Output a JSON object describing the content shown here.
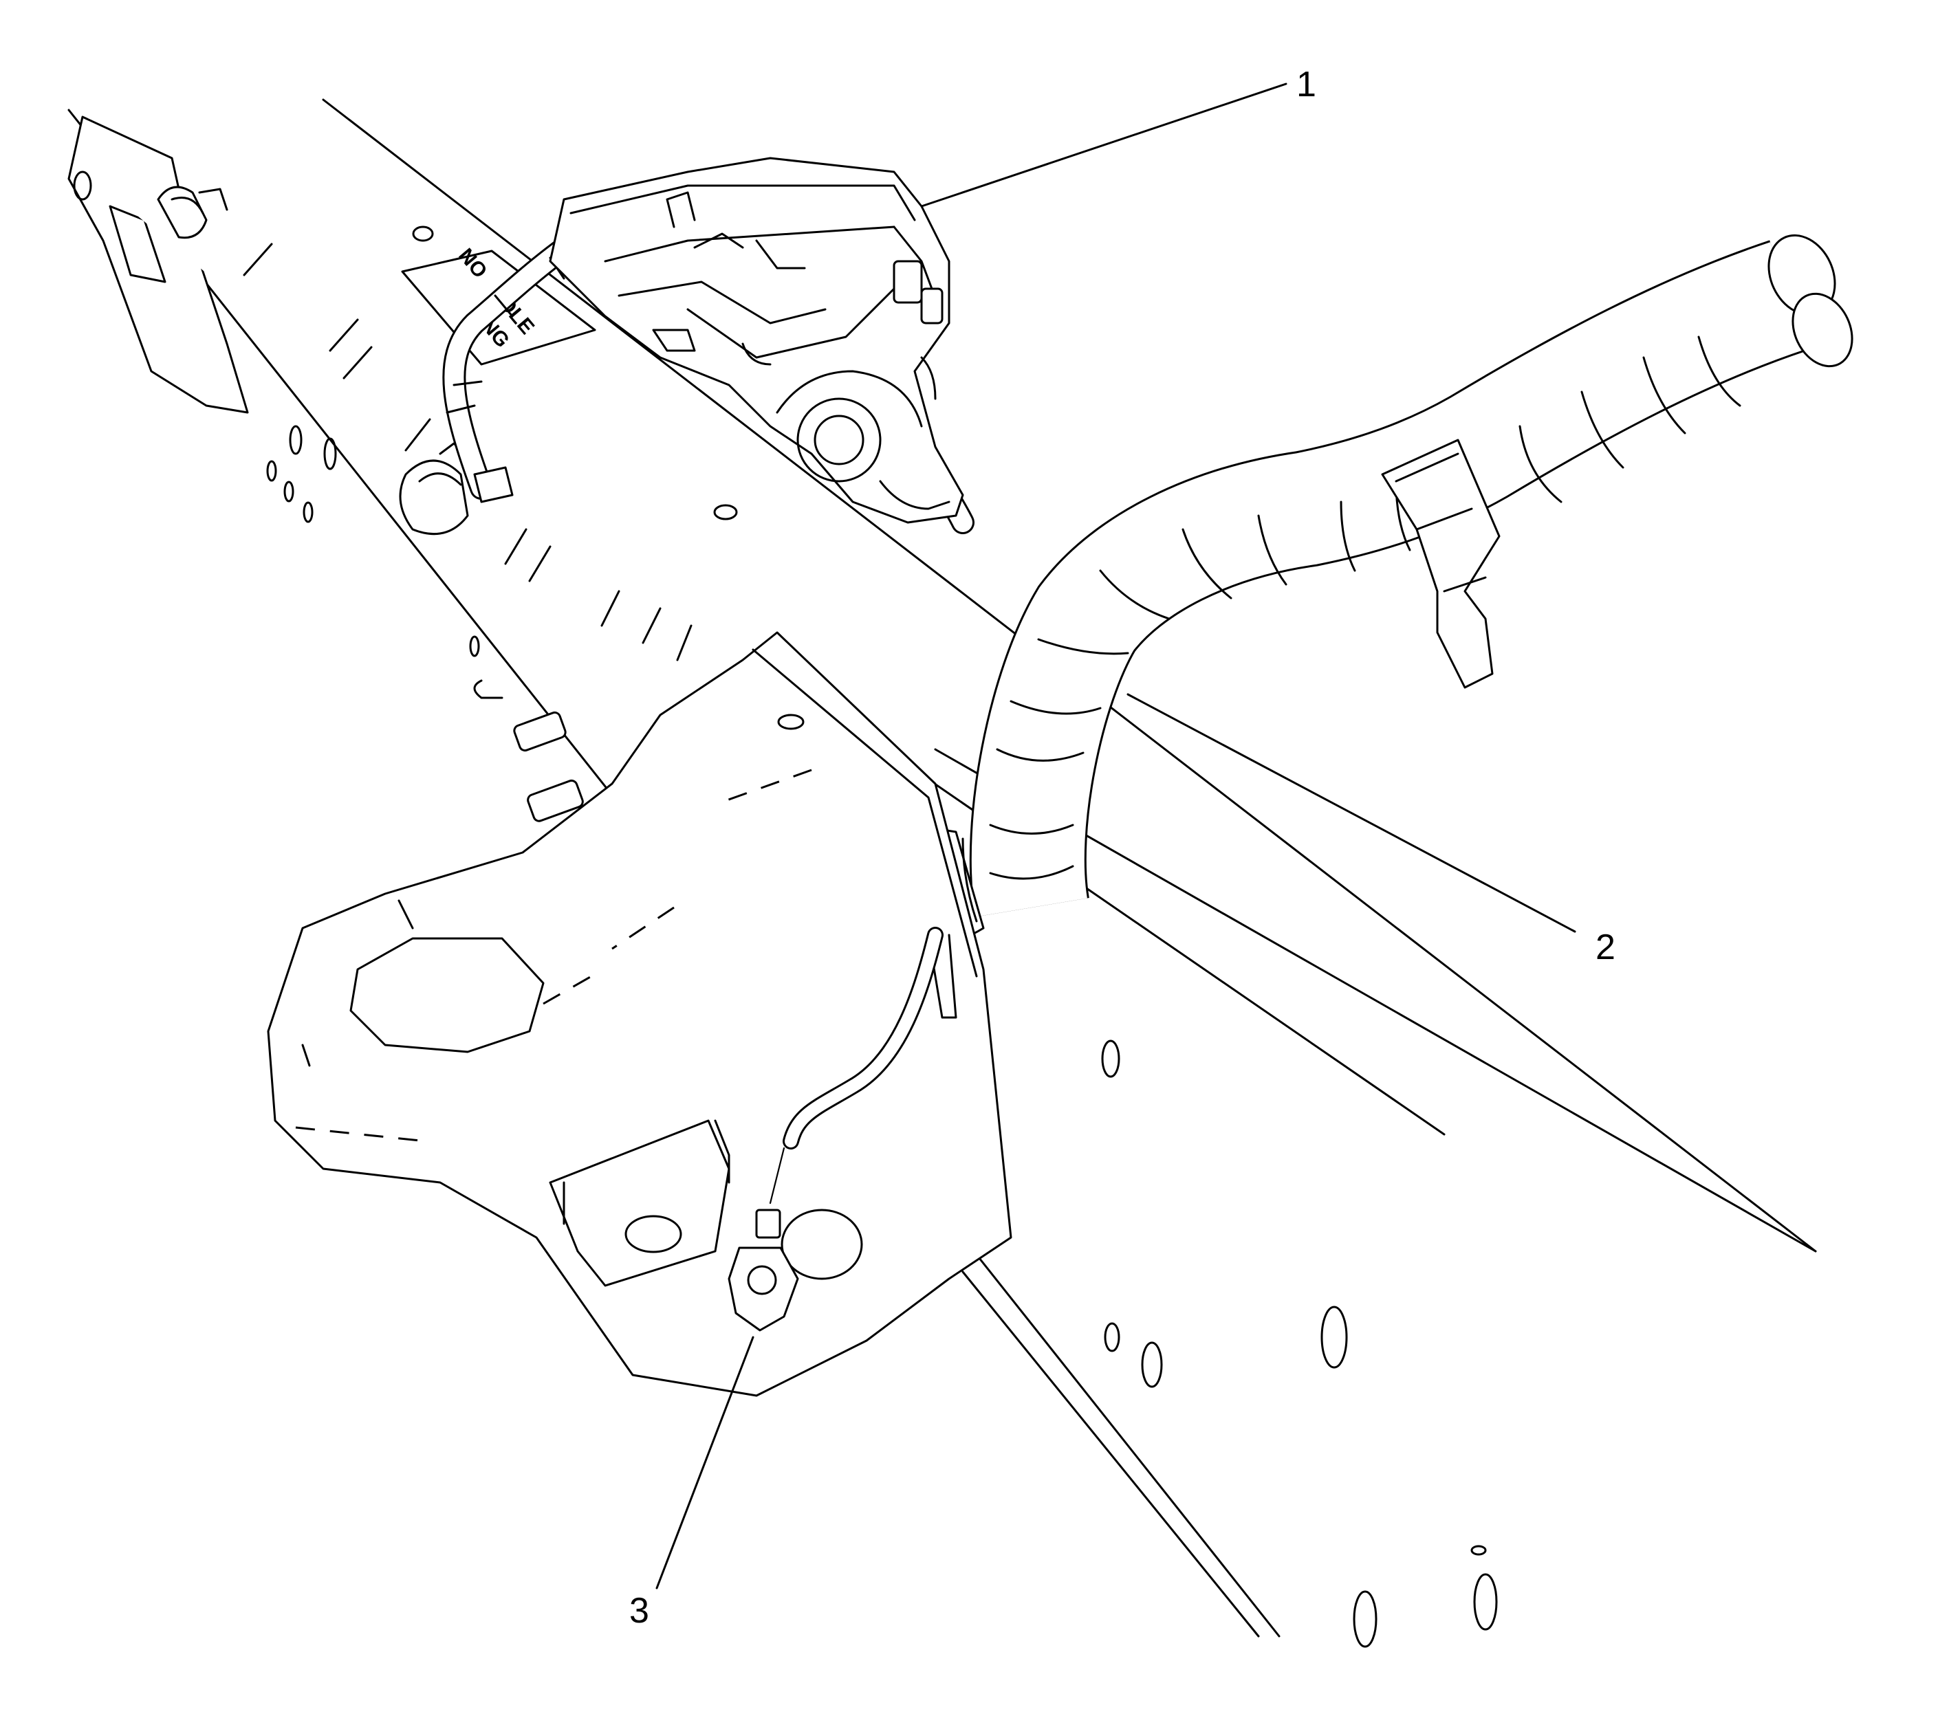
{
  "callouts": [
    {
      "id": "1",
      "label": "1"
    },
    {
      "id": "2",
      "label": "2"
    },
    {
      "id": "3",
      "label": "3"
    }
  ],
  "plate": {
    "line1": "NO",
    "line2": "OLE",
    "line3": "ING"
  },
  "colors": {
    "stroke": "#000000",
    "background": "#ffffff"
  }
}
